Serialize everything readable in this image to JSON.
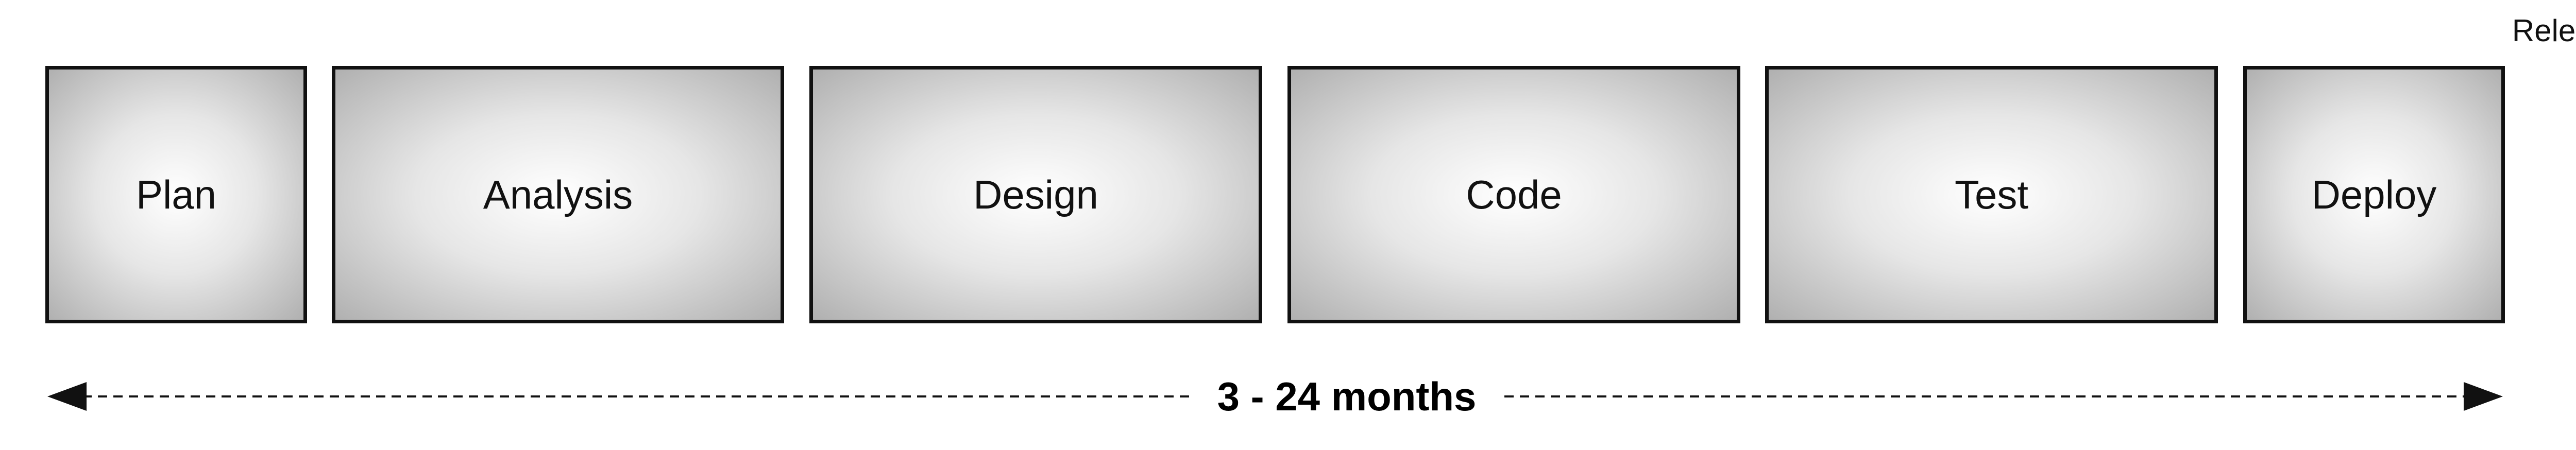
{
  "phases": [
    {
      "label": "Plan"
    },
    {
      "label": "Analysis"
    },
    {
      "label": "Design"
    },
    {
      "label": "Code"
    },
    {
      "label": "Test"
    },
    {
      "label": "Deploy"
    }
  ],
  "release_label": "Release",
  "timeline": {
    "duration_label": "3 - 24 months",
    "line_style": "dashed",
    "arrowheads": "both-ends"
  },
  "colors": {
    "box_border": "#111111",
    "box_center": "#ffffff",
    "box_edge": "#b0b0b0",
    "text": "#000000"
  }
}
